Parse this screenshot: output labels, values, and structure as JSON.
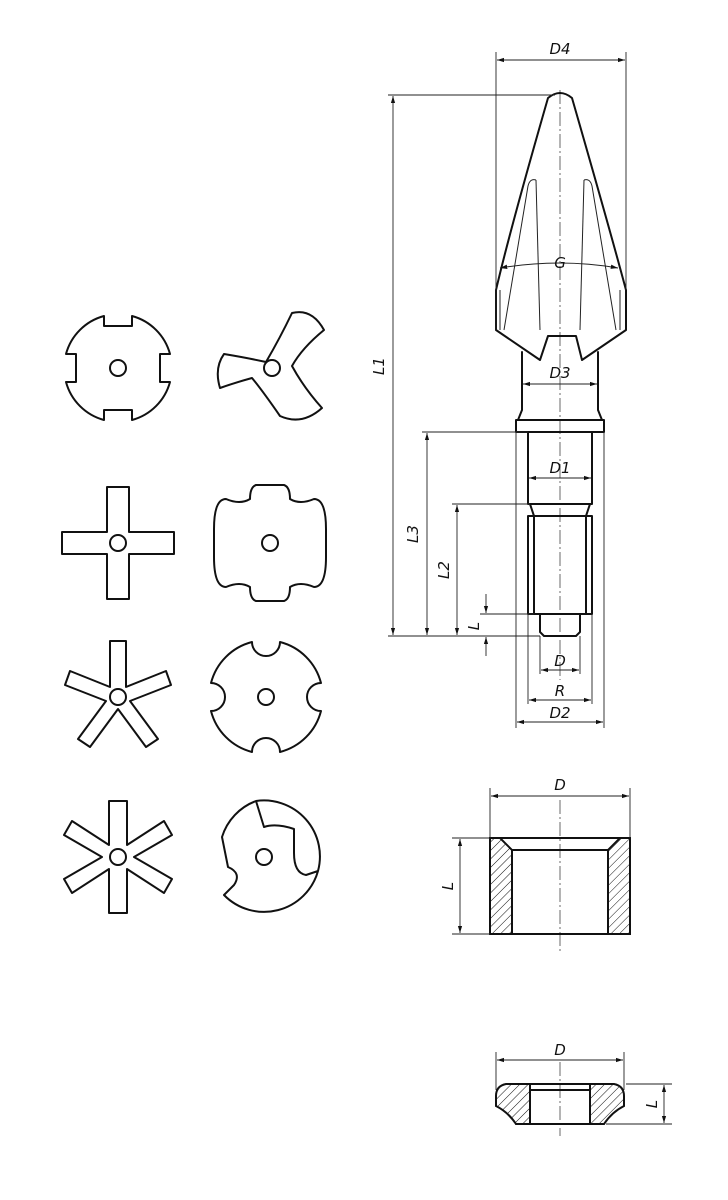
{
  "labels": {
    "d4": "D4",
    "g": "G",
    "l1": "L1",
    "d3": "D3",
    "l3": "L3",
    "d1": "D1",
    "l2": "L2",
    "l_pin": "L",
    "d_pin": "D",
    "r": "R",
    "d2": "D2",
    "sleeve_d": "D",
    "sleeve_l": "L",
    "ring_d": "D",
    "ring_l": "L"
  },
  "profiles": [
    "4-notch",
    "3-lobe",
    "4-arm",
    "4-tab",
    "5-arm",
    "4-cutout",
    "6-arm",
    "3-cutout"
  ]
}
